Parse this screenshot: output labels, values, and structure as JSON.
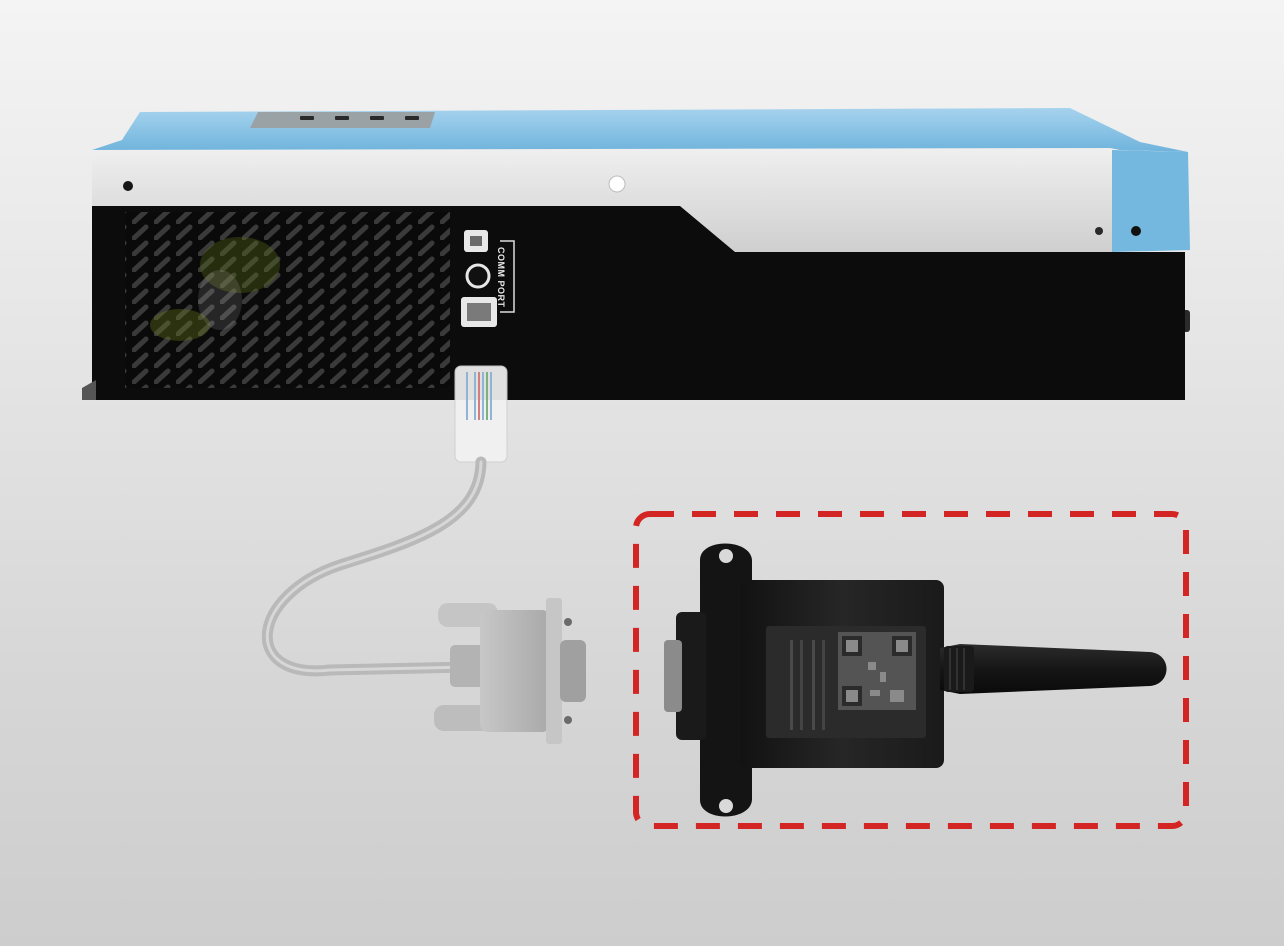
{
  "image": {
    "subject": "inverter-with-wifi-dongle",
    "colors": {
      "background_top": "#f4f4f4",
      "background_bottom": "#cdcdcd",
      "inverter_top": "#8fc6e6",
      "inverter_side_panel": "#dcdcdc",
      "inverter_body": "#0c0c0c",
      "dongle_body": "#1d1d1d",
      "cable_gray": "#b9b9b9",
      "highlight_dash": "#d42525"
    }
  },
  "inverter": {
    "port_label": "COMM PORT"
  },
  "highlight": {
    "style": "dashed"
  }
}
